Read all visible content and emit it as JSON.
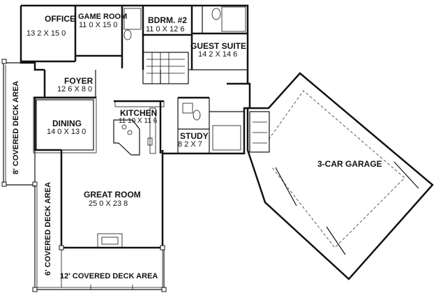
{
  "rooms": {
    "office": {
      "name": "OFFICE",
      "dim": "13 2 X 15 0"
    },
    "game_room": {
      "name": "GAME ROOM",
      "dim": "11 0 X 15 0"
    },
    "bedroom2": {
      "name": "BDRM. #2",
      "dim": "11 0 X 12 6"
    },
    "guest_suite": {
      "name": "GUEST SUITE",
      "dim": "14 2 X 14 6"
    },
    "foyer": {
      "name": "FOYER",
      "dim": "12 6 X 8 0"
    },
    "dining": {
      "name": "DINING",
      "dim": "14 0 X 13 0"
    },
    "kitchen": {
      "name": "KITCHEN",
      "dim": "11 10 X 11 6"
    },
    "study": {
      "name": "STUDY",
      "dim": "8 2 X 7"
    },
    "great_room": {
      "name": "GREAT ROOM",
      "dim": "25 0 X 23 8"
    },
    "garage": {
      "name": "3-CAR GARAGE"
    }
  },
  "decks": {
    "left": "8' COVERED DECK AREA",
    "lower_left": "6' COVERED DECK AREA",
    "bottom": "12' COVERED DECK AREA"
  }
}
